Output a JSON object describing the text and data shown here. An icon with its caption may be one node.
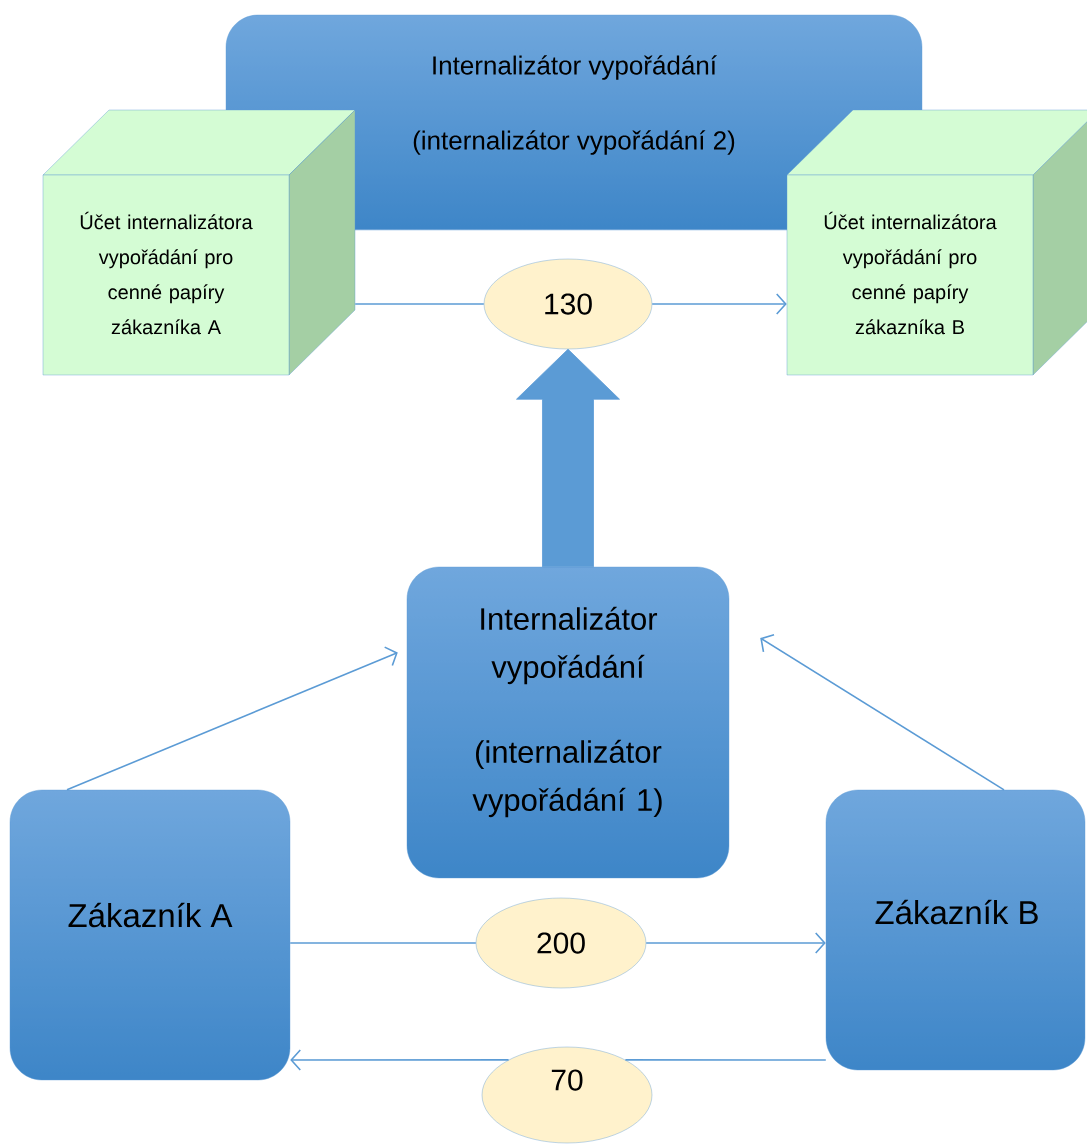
{
  "diagram": {
    "nodes": [
      {
        "text": [
          "Internalizátor vypořádání",
          "(internalizátor vypořádání 2)"
        ]
      },
      {
        "text": [
          "Účet internalizátora vypořádání pro cenné papíry zákazníka A"
        ]
      },
      {
        "text": [
          "Účet internalizátora vypořádání pro cenné papíry zákazníka B"
        ]
      },
      {
        "text": [
          "130"
        ]
      },
      {
        "text": [
          "Internalizátor vypořádání",
          "(internalizátor vypořádání 1)"
        ]
      },
      {
        "text": [
          "Zákazník A"
        ]
      },
      {
        "text": [
          "Zákazník B"
        ]
      },
      {
        "text": [
          "200"
        ]
      },
      {
        "text": [
          "70"
        ]
      }
    ],
    "edges": [
      {
        "from": 1,
        "to": 3,
        "arrow": "none"
      },
      {
        "from": 3,
        "to": 2,
        "arrow": "to"
      },
      {
        "from": 4,
        "to": 3,
        "arrow": "to",
        "style": "thick"
      },
      {
        "from": 5,
        "to": 4,
        "arrow": "to"
      },
      {
        "from": 6,
        "to": 4,
        "arrow": "to"
      },
      {
        "from": 5,
        "to": 7,
        "arrow": "none"
      },
      {
        "from": 7,
        "to": 6,
        "arrow": "to"
      },
      {
        "from": 6,
        "to": 8,
        "arrow": "none"
      },
      {
        "from": 8,
        "to": 5,
        "arrow": "to"
      }
    ]
  }
}
